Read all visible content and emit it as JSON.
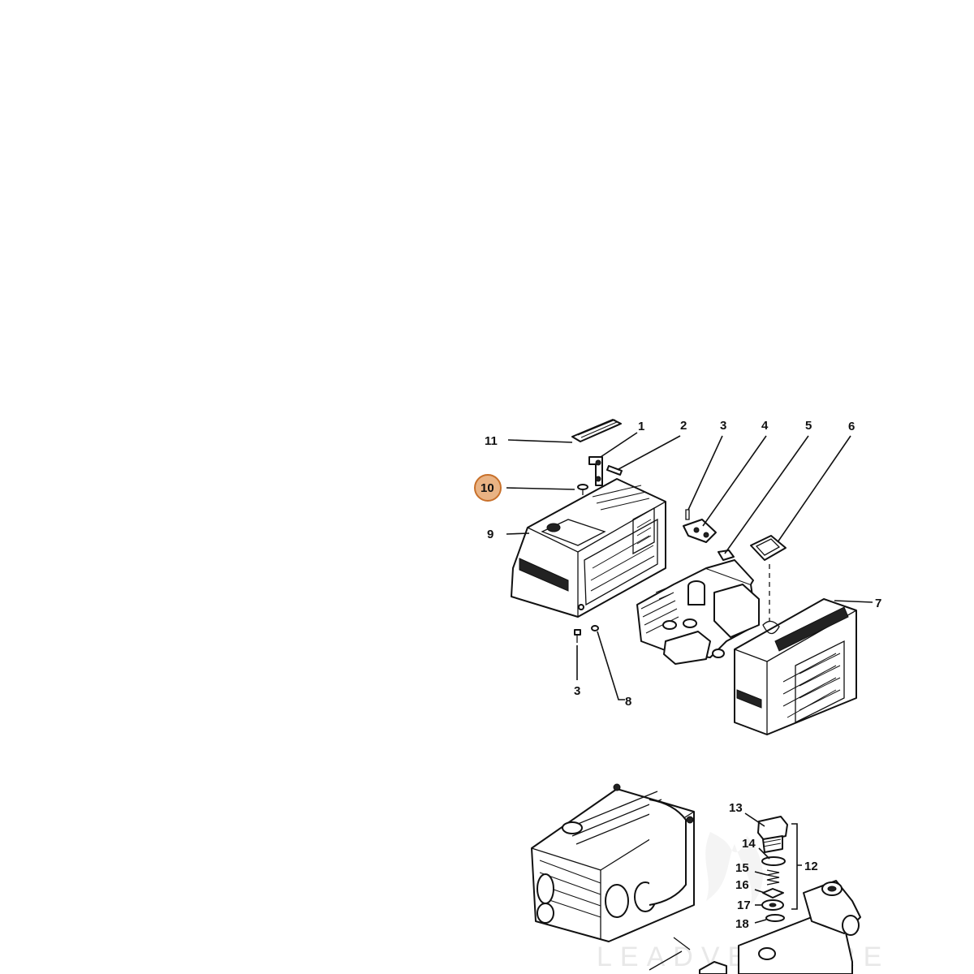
{
  "callouts": [
    {
      "id": "11",
      "label": "11"
    },
    {
      "id": "1",
      "label": "1"
    },
    {
      "id": "2",
      "label": "2"
    },
    {
      "id": "3a",
      "label": "3"
    },
    {
      "id": "4",
      "label": "4"
    },
    {
      "id": "5",
      "label": "5"
    },
    {
      "id": "6",
      "label": "6"
    },
    {
      "id": "10",
      "label": "10",
      "highlighted": true
    },
    {
      "id": "9",
      "label": "9"
    },
    {
      "id": "7",
      "label": "7"
    },
    {
      "id": "3b",
      "label": "3"
    },
    {
      "id": "8",
      "label": "8"
    },
    {
      "id": "13",
      "label": "13"
    },
    {
      "id": "14",
      "label": "14"
    },
    {
      "id": "15",
      "label": "15"
    },
    {
      "id": "12",
      "label": "12"
    },
    {
      "id": "16",
      "label": "16"
    },
    {
      "id": "17",
      "label": "17"
    },
    {
      "id": "18",
      "label": "18"
    }
  ],
  "highlight_color": "#e9b384",
  "watermark": {
    "text": "LEADVENTURE"
  }
}
